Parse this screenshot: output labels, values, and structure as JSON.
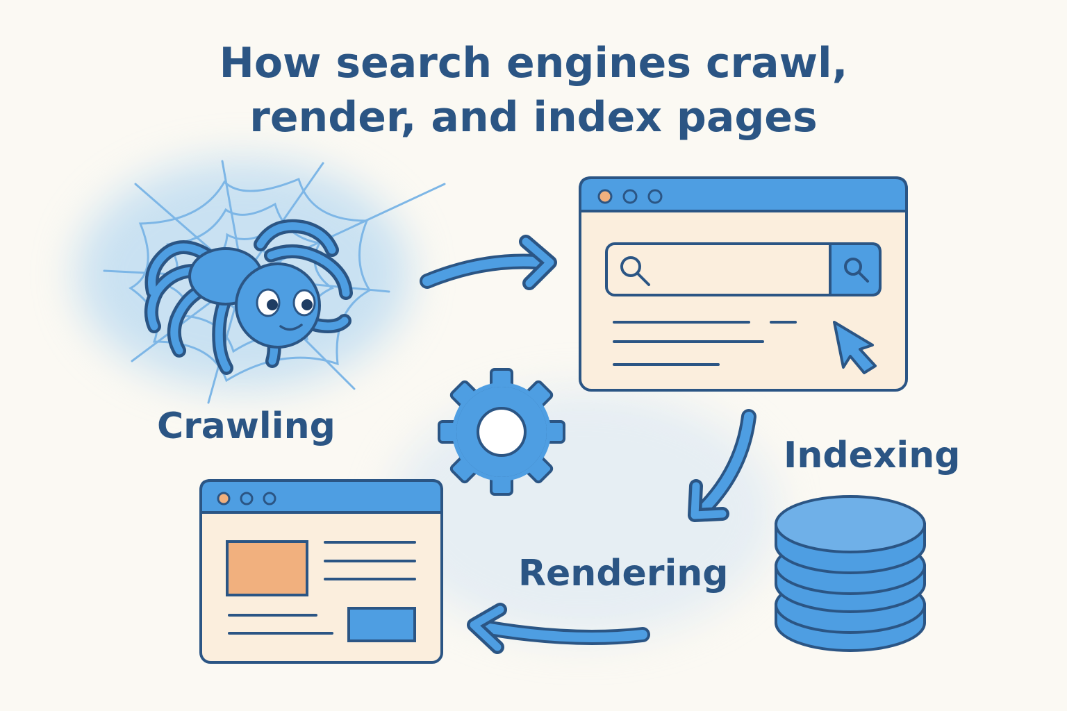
{
  "title": {
    "line1": "How search engines crawl,",
    "line2": "render, and index pages"
  },
  "stages": {
    "crawling": "Crawling",
    "indexing": "Indexing",
    "rendering": "Rendering"
  },
  "icons": [
    "spider-web-icon",
    "spider-icon",
    "browser-search-icon",
    "search-icon",
    "cursor-icon",
    "gear-icon",
    "database-icon",
    "browser-page-icon",
    "arrow-icon"
  ],
  "colors": {
    "primary_blue": "#4e9ee2",
    "outline": "#2b5584",
    "title_text": "#2b5584",
    "window_fill": "#fbeedd",
    "accent_orange": "#f1b07e",
    "background": "#fbf9f3"
  }
}
